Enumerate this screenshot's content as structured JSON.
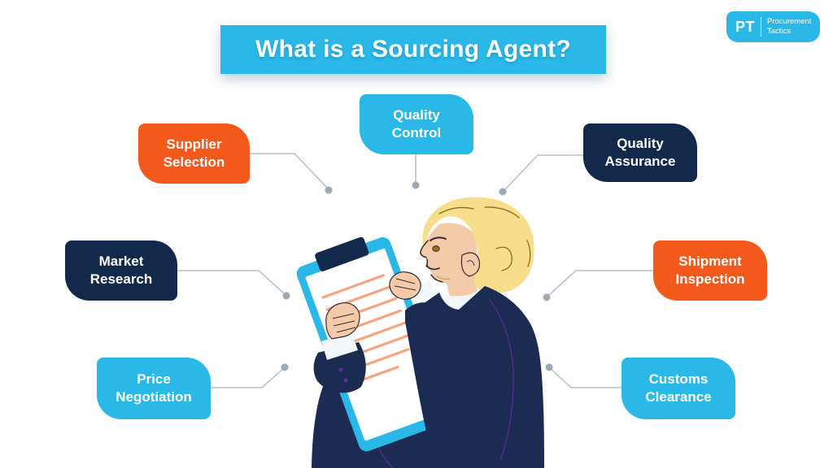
{
  "title": {
    "text": "What is a Sourcing Agent?"
  },
  "logo": {
    "initials": "PT",
    "name_line1": "Procurement",
    "name_line2": "Tactics"
  },
  "boxes": [
    {
      "id": "supplier-selection",
      "line1": "Supplier",
      "line2": "Selection",
      "color": "#F4591C"
    },
    {
      "id": "quality-control",
      "line1": "Quality",
      "line2": "Control",
      "color": "#29B8E8"
    },
    {
      "id": "quality-assurance",
      "line1": "Quality",
      "line2": "Assurance",
      "color": "#13294B"
    },
    {
      "id": "market-research",
      "line1": "Market",
      "line2": "Research",
      "color": "#13294B"
    },
    {
      "id": "shipment-inspection",
      "line1": "Shipment",
      "line2": "Inspection",
      "color": "#F4591C"
    },
    {
      "id": "price-negotiation",
      "line1": "Price",
      "line2": "Negotiation",
      "color": "#29B8E8"
    },
    {
      "id": "customs-clearance",
      "line1": "Customs",
      "line2": "Clearance",
      "color": "#29B8E8"
    }
  ],
  "illustration": {
    "description": "Blonde man in a dark navy suit seen from behind, reading a cyan clipboard with orange text lines"
  },
  "colors": {
    "cyan": "#29B8E8",
    "orange": "#F4591C",
    "navy": "#13294B",
    "suit_navy": "#1B2B52",
    "seam_purple": "#5C2E91",
    "skin": "#F3CBA8",
    "hair": "#F8DE8C",
    "paper_line": "#F5A582",
    "connector_line": "#B9C3CC",
    "connector_dot": "#9DAAB6"
  }
}
